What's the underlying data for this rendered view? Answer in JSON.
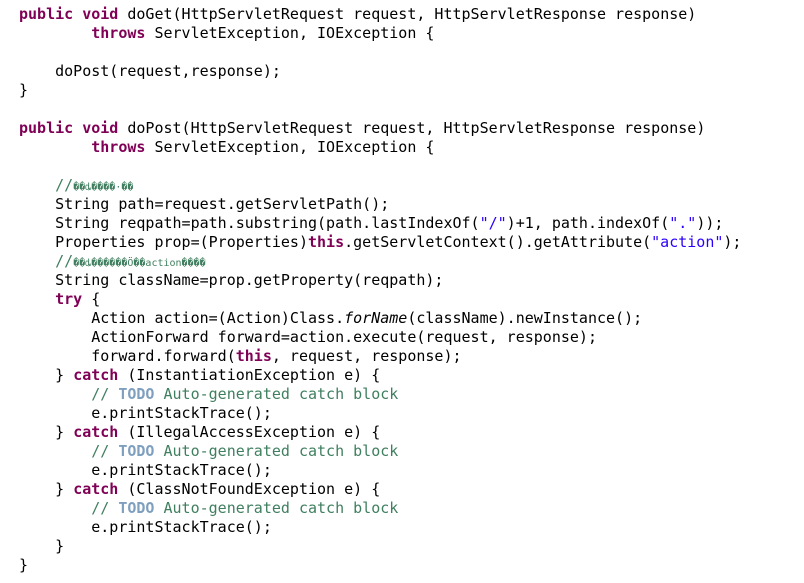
{
  "editor": {
    "lines": [
      {
        "text": ""
      },
      {
        "text": ""
      },
      {
        "text": ""
      },
      {
        "text": ""
      },
      {
        "text": ""
      }
    ]
  },
  "code": {
    "l1": {
      "k1": "public",
      "k2": "void",
      "rest": " doGet(HttpServletRequest request, HttpServletResponse response)"
    },
    "l2": {
      "indent": "        ",
      "k1": "throws",
      "rest": " ServletException, IOException {"
    },
    "l4": {
      "text": "    doPost(request,response);"
    },
    "l5": {
      "text": "}"
    },
    "l7": {
      "k1": "public",
      "k2": "void",
      "rest": " doPost(HttpServletRequest request, HttpServletResponse response)"
    },
    "l8": {
      "indent": "        ",
      "k1": "throws",
      "rest": " ServletException, IOException {"
    },
    "l9": {
      "indent": "    ",
      "comment": "//",
      "garbled": "��ȡ����·��"
    },
    "l10": {
      "text": "    String path=request.getServletPath();"
    },
    "l11": {
      "pre": "    String reqpath=path.substring(path.lastIndexOf(",
      "s1": "\"/\"",
      "mid": ")+1, path.indexOf(",
      "s2": "\".\"",
      "post": "));"
    },
    "l12": {
      "pre": "    Properties prop=(Properties)",
      "kw": "this",
      "mid": ".getServletContext().getAttribute(",
      "s1": "\"action\"",
      "post": ");"
    },
    "l13": {
      "indent": "    ",
      "comment": "//",
      "garbled": "��ȡ������Ӧ��action����"
    },
    "l14": {
      "text": "    String className=prop.getProperty(reqpath);"
    },
    "l15": {
      "indent": "    ",
      "kw": "try",
      "rest": " {"
    },
    "l16": {
      "pre": "        Action action=(Action)Class.",
      "italic": "forName",
      "post": "(className).newInstance();"
    },
    "l17": {
      "text": "        ActionForward forward=action.execute(request, response);"
    },
    "l18": {
      "pre": "        forward.forward(",
      "kw": "this",
      "post": ", request, response);"
    },
    "l19": {
      "pre": "    } ",
      "kw": "catch",
      "post": " (InstantiationException e) {"
    },
    "l20": {
      "indent": "        ",
      "c1": "// ",
      "todo": "TODO",
      "c2": " Auto-generated catch block"
    },
    "l21": {
      "text": "        e.printStackTrace();"
    },
    "l22": {
      "pre": "    } ",
      "kw": "catch",
      "post": " (IllegalAccessException e) {"
    },
    "l23": {
      "indent": "        ",
      "c1": "// ",
      "todo": "TODO",
      "c2": " Auto-generated catch block"
    },
    "l24": {
      "text": "        e.printStackTrace();"
    },
    "l25": {
      "pre": "    } ",
      "kw": "catch",
      "post": " (ClassNotFoundException e) {"
    },
    "l26": {
      "indent": "        ",
      "c1": "// ",
      "todo": "TODO",
      "c2": " Auto-generated catch block"
    },
    "l27": {
      "text": "        e.printStackTrace();"
    },
    "l28": {
      "text": "    }"
    },
    "l29": {
      "text": "}"
    }
  }
}
